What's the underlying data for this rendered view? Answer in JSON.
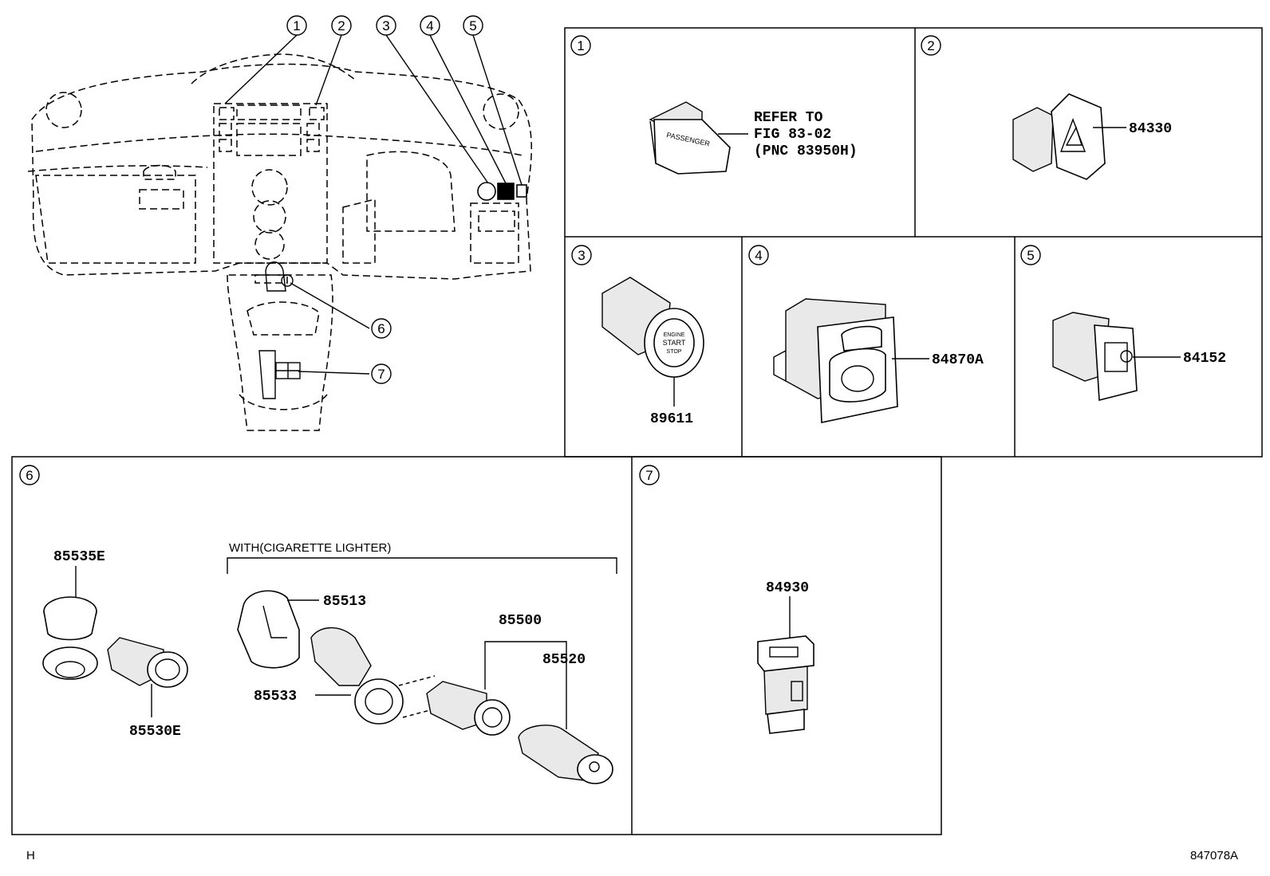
{
  "callout_numbers": [
    "1",
    "2",
    "3",
    "4",
    "5",
    "6",
    "7"
  ],
  "panel1": {
    "part_label": "PASSENGER",
    "refer": [
      "REFER TO",
      "FIG 83-02",
      "(PNC 83950H)"
    ]
  },
  "panel2": {
    "part": "84330"
  },
  "panel3": {
    "part": "89611",
    "part_label": [
      "ENGINE",
      "START",
      "STOP"
    ]
  },
  "panel4": {
    "part": "84870A"
  },
  "panel5": {
    "part": "84152"
  },
  "panel6": {
    "group_title": "WITH(CIGARETTE LIGHTER)",
    "parts": [
      "85535E",
      "85530E",
      "85513",
      "85533",
      "85500",
      "85520"
    ]
  },
  "panel7": {
    "part": "84930"
  },
  "footer": {
    "left": "H",
    "right": "847078A"
  }
}
